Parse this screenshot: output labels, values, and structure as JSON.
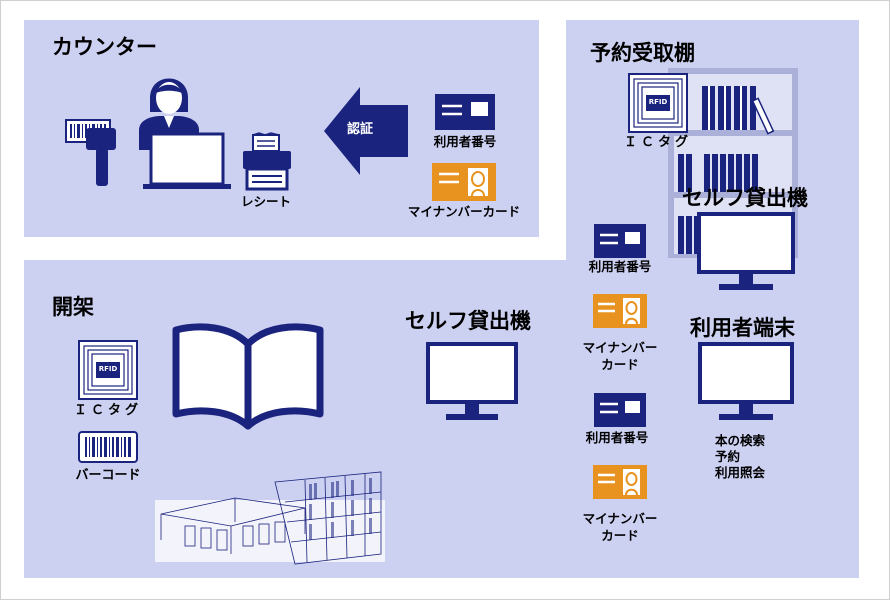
{
  "colors": {
    "panel": "#ccd0f1",
    "navy": "#1a237e",
    "orange": "#e8931f",
    "shelf": "#aab0d8"
  },
  "counter": {
    "title": "カウンター",
    "receipt_label": "レシート",
    "auth_label": "認証",
    "user_number_label": "利用者番号",
    "mynumber_label": "マイナンバーカード"
  },
  "reserve_shelf": {
    "title": "予約受取棚",
    "ic_tag_label": "ＩＣタグ",
    "rfid_text": "RFID"
  },
  "self_checkout_right": {
    "title": "セルフ貸出機"
  },
  "open_stacks": {
    "title": "開架",
    "ic_tag_label": "ＩＣタグ",
    "rfid_text": "RFID",
    "barcode_label": "バーコード"
  },
  "self_checkout_center": {
    "title": "セルフ貸出機"
  },
  "cards_column": {
    "user_number_1": "利用者番号",
    "mynumber_1_line1": "マイナンバー",
    "mynumber_1_line2": "カード",
    "user_number_2": "利用者番号",
    "mynumber_2_line1": "マイナンバー",
    "mynumber_2_line2": "カード"
  },
  "user_terminal": {
    "title": "利用者端末",
    "functions": [
      "本の検索",
      "予約",
      "利用照会"
    ]
  }
}
